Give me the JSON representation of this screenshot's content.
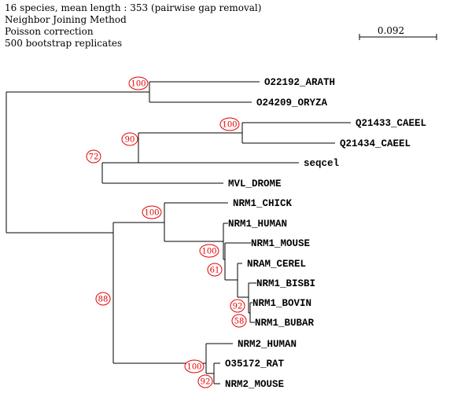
{
  "info": {
    "line1": "16 species, mean length : 353 (pairwise gap removal)",
    "line2": "Neighbor Joining Method",
    "line3": "Poisson correction",
    "line4": "500 bootstrap replicates"
  },
  "scale": {
    "label": "0.092"
  },
  "colors": {
    "line": "#000000",
    "bootstrap": "#e00000"
  },
  "tree": {
    "leaves": [
      {
        "name": "O22192_ARATH"
      },
      {
        "name": "O24209_ORYZA"
      },
      {
        "name": "Q21433_CAEEL"
      },
      {
        "name": "Q21434_CAEEL"
      },
      {
        "name": "seqcel"
      },
      {
        "name": "MVL_DROME"
      },
      {
        "name": "NRM1_CHICK"
      },
      {
        "name": "NRM1_HUMAN"
      },
      {
        "name": "NRM1_MOUSE"
      },
      {
        "name": "NRAM_CEREL"
      },
      {
        "name": "NRM1_BISBI"
      },
      {
        "name": "NRM1_BOVIN"
      },
      {
        "name": "NRM1_BUBAR"
      },
      {
        "name": "NRM2_HUMAN"
      },
      {
        "name": "O35172_RAT"
      },
      {
        "name": "NRM2_MOUSE"
      }
    ],
    "bootstrap": [
      "100",
      "100",
      "90",
      "72",
      "100",
      "100",
      "61",
      "92",
      "58",
      "88",
      "100",
      "92"
    ]
  }
}
